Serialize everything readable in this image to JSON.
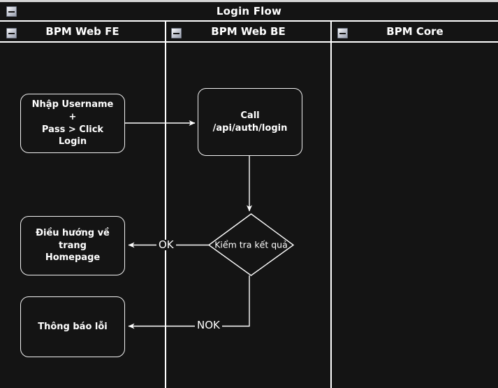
{
  "pool": {
    "title": "Login Flow",
    "collapse_icon": "collapse-minus-icon"
  },
  "lanes": [
    {
      "label": "BPM Web FE",
      "collapse_icon": "collapse-minus-icon"
    },
    {
      "label": "BPM Web BE",
      "collapse_icon": "collapse-minus-icon"
    },
    {
      "label": "BPM Core",
      "collapse_icon": "collapse-minus-icon"
    }
  ],
  "nodes": {
    "input": {
      "label": "Nhập Username +\nPass > Click Login",
      "type": "task",
      "lane": "BPM Web FE"
    },
    "call_api": {
      "label": "Call /api/auth/login",
      "type": "task",
      "lane": "BPM Web BE"
    },
    "decision": {
      "label": "Kiểm tra kết quả",
      "type": "decision",
      "lane": "BPM Web BE"
    },
    "homepage": {
      "label": "Điều hướng về trang\nHomepage",
      "type": "task",
      "lane": "BPM Web FE"
    },
    "error": {
      "label": "Thông báo lỗi",
      "type": "task",
      "lane": "BPM Web FE"
    }
  },
  "edges": [
    {
      "from": "input",
      "to": "call_api",
      "label": ""
    },
    {
      "from": "call_api",
      "to": "decision",
      "label": ""
    },
    {
      "from": "decision",
      "to": "homepage",
      "label": "OK"
    },
    {
      "from": "decision",
      "to": "error",
      "label": "NOK"
    }
  ],
  "colors": {
    "canvas": "#141414",
    "stroke": "#ffffff",
    "text": "#ffffff",
    "page": "#d4d4d4"
  }
}
